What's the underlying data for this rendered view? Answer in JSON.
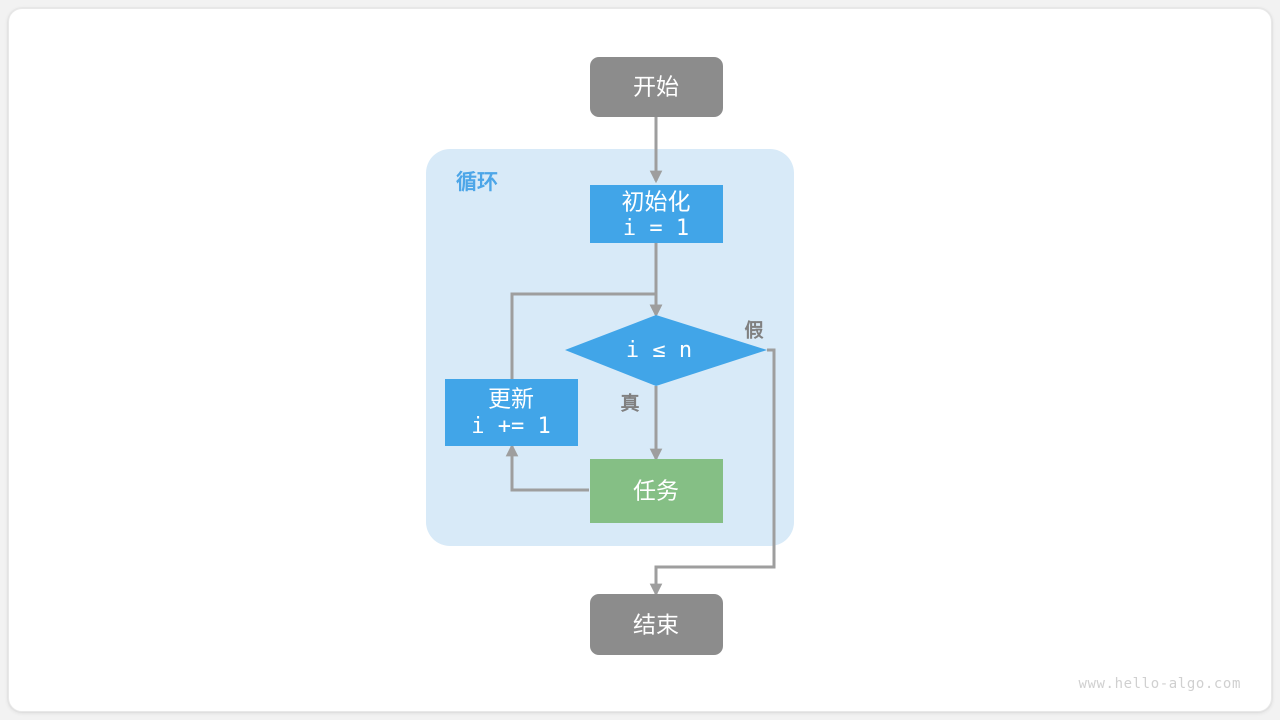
{
  "diagram": {
    "title": "for-loop-flowchart",
    "watermark": "www.hello-algo.com",
    "group": {
      "label": "循环",
      "fill": "#d8eaf8",
      "label_color": "#4da6e8"
    },
    "colors": {
      "terminal": "#8c8c8c",
      "process": "#41a5e8",
      "decision": "#41a5e8",
      "task": "#85bf85",
      "edge": "#9e9e9e",
      "node_text": "#ffffff",
      "edge_label": "#808080",
      "canvas": "#ffffff",
      "page_background": "#f2f2f2",
      "watermark": "#d0d0d0"
    },
    "nodes": [
      {
        "id": "start",
        "shape": "rounded-rect",
        "label": "开始",
        "sublabel": "",
        "fill": "#8c8c8c"
      },
      {
        "id": "init",
        "shape": "rect",
        "label": "初始化",
        "sublabel": "i = 1",
        "fill": "#41a5e8"
      },
      {
        "id": "cond",
        "shape": "diamond",
        "label": "",
        "sublabel": "i ≤ n",
        "fill": "#41a5e8"
      },
      {
        "id": "update",
        "shape": "rect",
        "label": "更新",
        "sublabel": "i += 1",
        "fill": "#41a5e8"
      },
      {
        "id": "task",
        "shape": "rect",
        "label": "任务",
        "sublabel": "",
        "fill": "#85bf85"
      },
      {
        "id": "end",
        "shape": "rounded-rect",
        "label": "结束",
        "sublabel": "",
        "fill": "#8c8c8c"
      }
    ],
    "edge_labels": {
      "true": "真",
      "false": "假"
    }
  }
}
